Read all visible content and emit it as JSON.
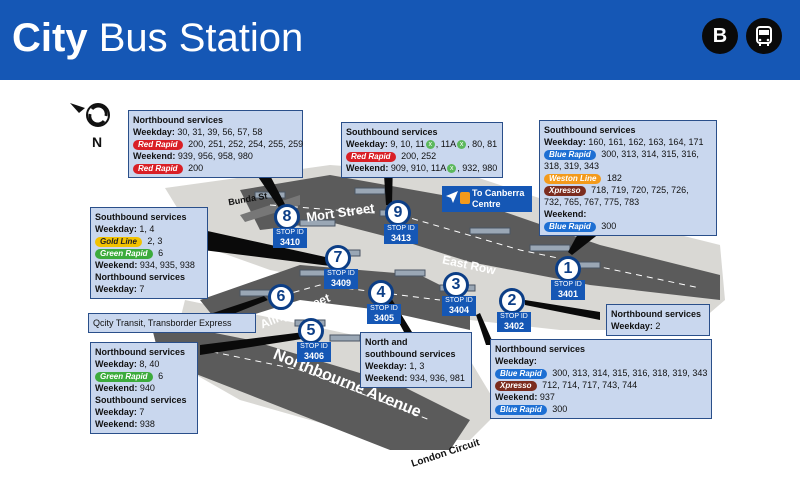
{
  "header": {
    "title_bold": "City",
    "title_rest": " Bus Station",
    "icon_b": "B",
    "bus_icon": "bus-icon"
  },
  "compass": {
    "letter": "N"
  },
  "streets": {
    "mort": "Mort Street",
    "east_row": "East Row",
    "alinga": "Alinga Street",
    "northbourne": "Northbourne Avenue",
    "bunda": "Bunda St",
    "london": "London Circuit"
  },
  "canberra": {
    "line1": "To Canberra",
    "line2": "Centre"
  },
  "stops": [
    {
      "num": "1",
      "id_label": "STOP ID",
      "id": "3401"
    },
    {
      "num": "2",
      "id_label": "STOP ID",
      "id": "3402"
    },
    {
      "num": "3",
      "id_label": "STOP ID",
      "id": "3404"
    },
    {
      "num": "4",
      "id_label": "STOP ID",
      "id": "3405"
    },
    {
      "num": "5",
      "id_label": "STOP ID",
      "id": "3406"
    },
    {
      "num": "6"
    },
    {
      "num": "7",
      "id_label": "STOP ID",
      "id": "3409"
    },
    {
      "num": "8",
      "id_label": "STOP ID",
      "id": "3410"
    },
    {
      "num": "9",
      "id_label": "STOP ID",
      "id": "3413"
    }
  ],
  "boxes": {
    "b8": {
      "h": "Northbound services",
      "wd_k": "Weekday:",
      "wd_v": " 30, 31, 39, 56, 57, 58",
      "rr1": "Red Rapid",
      "rr1_v": " 200, 251, 252, 254, 255, 259",
      "we_k": "Weekend:",
      "we_v": " 939, 956, 958, 980",
      "rr2": "Red Rapid",
      "rr2_v": " 200"
    },
    "b9": {
      "h": "Southbound services",
      "wd_k": "Weekday:",
      "wd_v1": " 9, 10, 11",
      "wd_v2": ", 11A",
      "wd_v3": ", 80, 81",
      "rr": "Red Rapid",
      "rr_v": " 200, 252",
      "we_k": "Weekend:",
      "we_v1": " 909, 910, 11A",
      "we_v2": ", 932, 980",
      "x": "x"
    },
    "b1": {
      "h": "Southbound services",
      "wd_k": "Weekday:",
      "wd_v": " 160, 161, 162, 163, 164, 171",
      "br": "Blue Rapid",
      "br_v": " 300, 313, 314, 315, 316,",
      "br_v2": "318, 319, 343",
      "wl": "Weston Line",
      "wl_v": " 182",
      "xp": "Xpresso",
      "xp_v": " 718, 719, 720, 725, 726,",
      "xp_v2": "732, 765, 767, 775, 783",
      "we_k": "Weekend:",
      "br2": "Blue Rapid",
      "br2_v": " 300"
    },
    "b7": {
      "h": "Southbound services",
      "wd_k": "Weekday:",
      "wd_v": " 1, 4",
      "gl": "Gold Line",
      "gl_v": " 2, 3",
      "gr": "Green Rapid",
      "gr_v": " 6",
      "we_k": "Weekend:",
      "we_v": " 934, 935, 938",
      "h2": "Northbound services",
      "wd2_k": "Weekday:",
      "wd2_v": " 7"
    },
    "b6": {
      "t": "Qcity Transit, Transborder Express"
    },
    "b5": {
      "h": "Northbound services",
      "wd_k": "Weekday:",
      "wd_v": " 8, 40",
      "gr": "Green Rapid",
      "gr_v": " 6",
      "we_k": "Weekend:",
      "we_v": " 940",
      "h2": "Southbound services",
      "wd2_k": "Weekday:",
      "wd2_v": " 7",
      "we2_k": "Weekend:",
      "we2_v": " 938"
    },
    "b4": {
      "h1": "North and",
      "h2": "southbound services",
      "wd_k": "Weekday:",
      "wd_v": " 1, 3",
      "we_k": "Weekend:",
      "we_v": " 934, 936, 981"
    },
    "b2a": {
      "h": "Northbound services",
      "wd_k": "Weekday:",
      "wd_v": " 2"
    },
    "b2b": {
      "h": "Northbound services",
      "wd_k": "Weekday:",
      "br": "Blue Rapid",
      "br_v": " 300, 313, 314, 315, 316, 318, 319, 343",
      "xp": "Xpresso",
      "xp_v": " 712, 714, 717, 743, 744",
      "we_k": "Weekend:",
      "we_v": " 937",
      "br2": "Blue Rapid",
      "br2_v": " 300"
    }
  },
  "colors": {
    "header_blue": "#1557b5",
    "red_rapid": "#d91f26",
    "blue_rapid": "#1d6fd3",
    "green_rapid": "#3cab3c",
    "gold_line": "#f2c200",
    "weston_line": "#f39a1b",
    "xpresso": "#7b2c1e"
  }
}
